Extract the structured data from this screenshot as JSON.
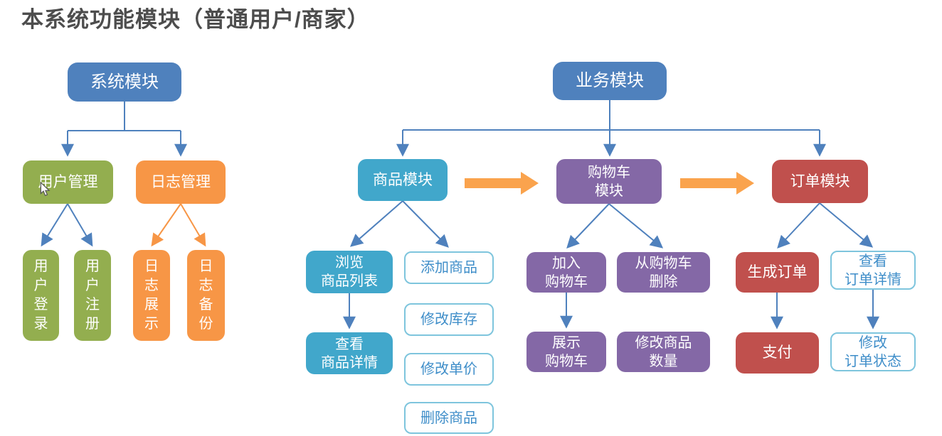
{
  "title": "本系统功能模块（普通用户/商家）",
  "colors": {
    "title_text": "#4d4d4d",
    "blue": "#4f81bd",
    "green": "#93ae4f",
    "orange": "#f79646",
    "teal": "#41a7cb",
    "purple": "#8468a6",
    "red": "#c0504d",
    "outline_border": "#7ec5dd",
    "outline_text": "#3f8ec9",
    "flow_arrow": "#faa34d",
    "connector_blue": "#4f81bd",
    "connector_orange": "#f79646",
    "box_text": "#ffffff"
  },
  "system_tree": {
    "root": "系统模块",
    "user_mgmt": "用户管理",
    "log_mgmt": "日志管理",
    "user_login": "用户登录",
    "user_register": "用户注册",
    "log_show": "日志展示",
    "log_backup": "日志备份"
  },
  "business_tree": {
    "root": "业务模块",
    "product_module": "商品模块",
    "cart_module": "购物车\n模块",
    "order_module": "订单模块",
    "browse_list": "浏览\n商品列表",
    "view_detail": "查看\n商品详情",
    "add_product": "添加商品",
    "edit_stock": "修改库存",
    "edit_price": "修改单价",
    "delete_product": "删除商品",
    "add_to_cart": "加入\n购物车",
    "remove_from_cart": "从购物车\n删除",
    "show_cart": "展示\n购物车",
    "edit_quantity": "修改商品\n数量",
    "create_order": "生成订单",
    "view_order_detail": "查看\n订单详情",
    "pay": "支付",
    "edit_order_status": "修改\n订单状态"
  }
}
